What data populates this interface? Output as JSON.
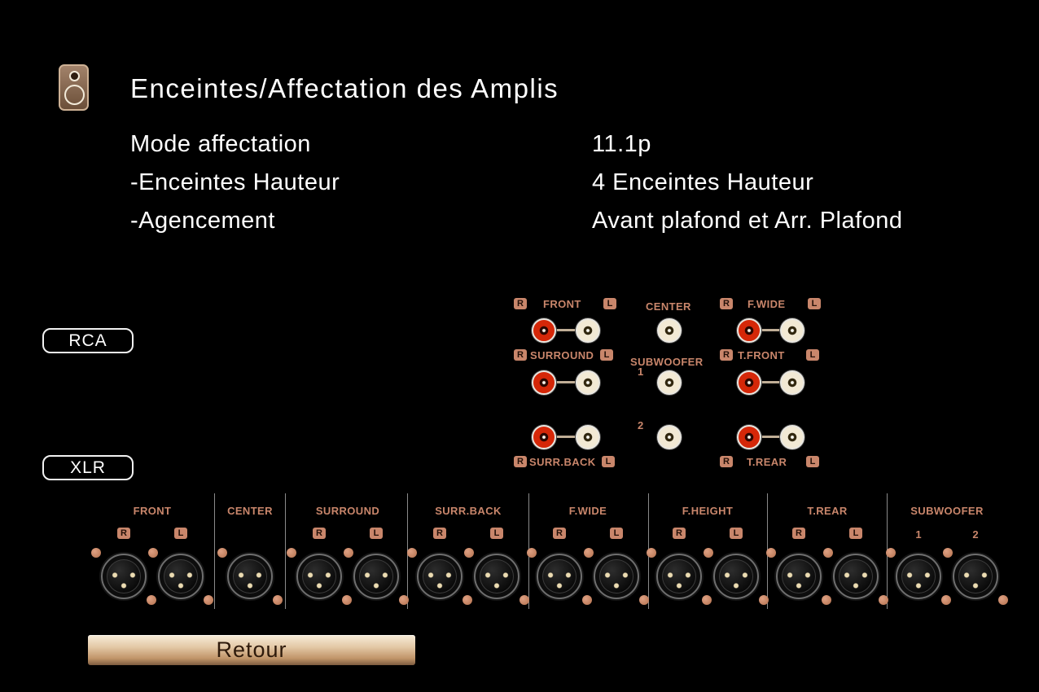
{
  "colors": {
    "accent_salmon": "#c9866b",
    "rca_red": "#d52708",
    "rca_cream": "#f2e9d4",
    "text_white": "#ffffff"
  },
  "header": {
    "title": "Enceintes/Affectation des Amplis"
  },
  "settings": {
    "rows": [
      {
        "label": "Mode affectation",
        "value": "11.1p"
      },
      {
        "label": "-Enceintes Hauteur",
        "value": "4 Enceintes Hauteur"
      },
      {
        "label": "-Agencement",
        "value": "Avant plafond et Arr. Plafond"
      }
    ]
  },
  "rca": {
    "badge": "RCA",
    "front": {
      "r": "R",
      "label": "FRONT",
      "l": "L"
    },
    "center": {
      "label": "CENTER"
    },
    "f_wide": {
      "r": "R",
      "label": "F.WIDE",
      "l": "L"
    },
    "surround": {
      "r": "R",
      "label": "SURROUND",
      "l": "L"
    },
    "subwoofer": {
      "label": "SUBWOOFER",
      "jack1": "1",
      "jack2": "2"
    },
    "t_front": {
      "r": "R",
      "label": "T.FRONT",
      "l": "L"
    },
    "surr_back": {
      "r": "R",
      "label": "SURR.BACK",
      "l": "L"
    },
    "t_rear": {
      "r": "R",
      "label": "T.REAR",
      "l": "L"
    }
  },
  "xlr": {
    "badge": "XLR",
    "groups": [
      {
        "name": "FRONT",
        "ch1": "R",
        "ch2": "L"
      },
      {
        "name": "CENTER"
      },
      {
        "name": "SURROUND",
        "ch1": "R",
        "ch2": "L"
      },
      {
        "name": "SURR.BACK",
        "ch1": "R",
        "ch2": "L"
      },
      {
        "name": "F.WIDE",
        "ch1": "R",
        "ch2": "L"
      },
      {
        "name": "F.HEIGHT",
        "ch1": "R",
        "ch2": "L"
      },
      {
        "name": "T.REAR",
        "ch1": "R",
        "ch2": "L"
      },
      {
        "name": "SUBWOOFER",
        "ch1": "1",
        "ch2": "2"
      }
    ]
  },
  "footer": {
    "back_label": "Retour"
  }
}
